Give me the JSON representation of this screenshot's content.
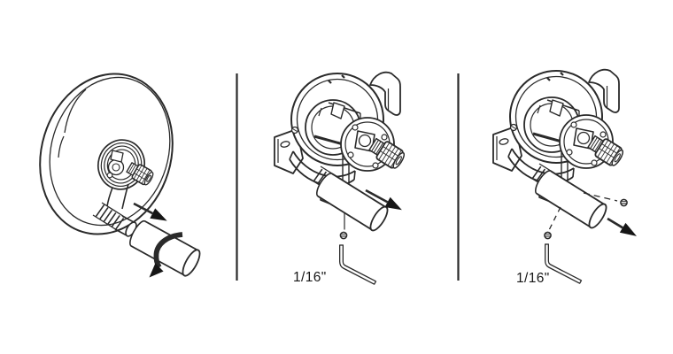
{
  "figure": {
    "background_color": "#ffffff",
    "line_color": "#2a2a2a",
    "ink_color": "#161616",
    "panels": [
      {
        "id": "step-remove-escutcheon-sleeve"
      },
      {
        "id": "step-loosen-setscrew",
        "wrench_size_label": "1/16\""
      },
      {
        "id": "step-remove-setscrew-and-sleeve",
        "wrench_size_label": "1/16\""
      }
    ]
  }
}
